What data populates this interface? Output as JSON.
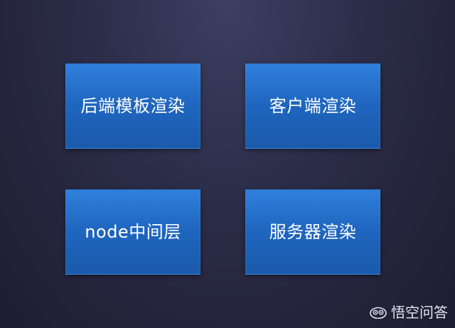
{
  "cards": [
    {
      "label": "后端模板渲染"
    },
    {
      "label": "客户端渲染"
    },
    {
      "label": "node中间层"
    },
    {
      "label": "服务器渲染"
    }
  ],
  "watermark": {
    "text": "悟空问答",
    "icon": "wukong-logo-icon"
  },
  "colors": {
    "background": "#2b2c47",
    "card": "#1f66bf",
    "text": "#ffffff"
  }
}
